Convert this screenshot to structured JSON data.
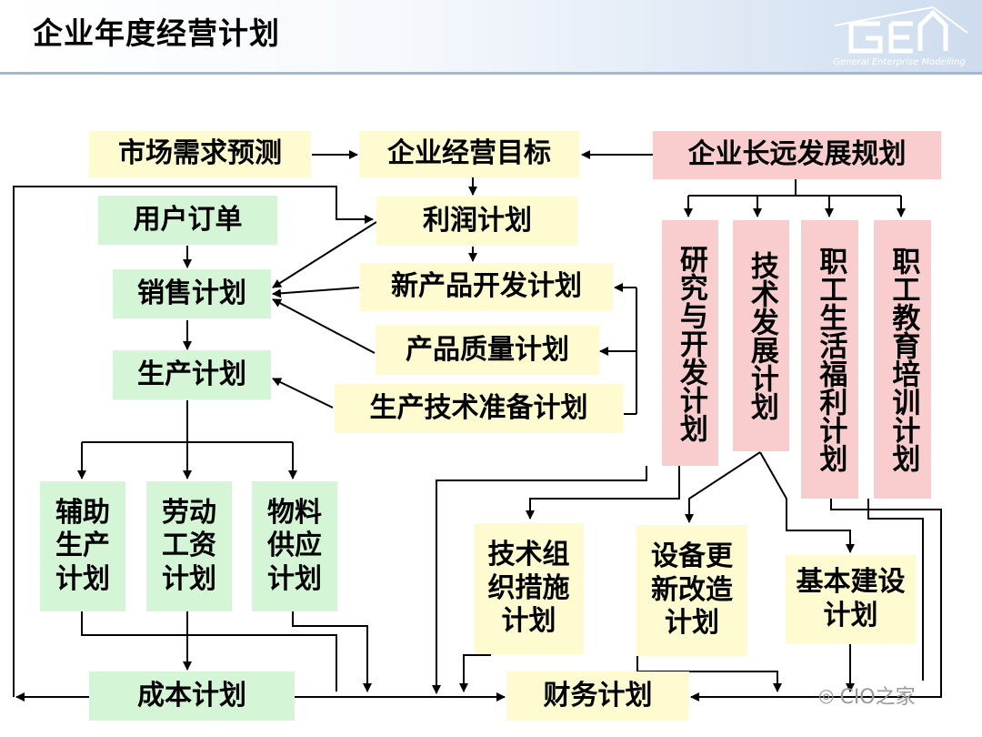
{
  "title": "企业年度经营计划",
  "logo": {
    "caption": "General Enterprise Modelling"
  },
  "boxes": {
    "market": "市场需求预测",
    "goal": "企业经营目标",
    "longterm": "企业长远发展规划",
    "orders": "用户订单",
    "profit": "利润计划",
    "newproduct": "新产品开发计划",
    "sales": "销售计划",
    "quality": "产品质量计划",
    "production": "生产计划",
    "techprep": "生产技术准备计划",
    "research": "研究与开发计划",
    "techdev": "技术发展计划",
    "welfare": "职工生活福利计划",
    "education": "职工教育培训计划",
    "auxiliary": "辅助生产计划",
    "labor": "劳动工资计划",
    "material": "物料供应计划",
    "techorg": "技术组织措施计划",
    "equipment": "设备更新改造计划",
    "construction": "基本建设计划",
    "cost": "成本计划",
    "finance": "财务计划"
  },
  "watermark": "CIO之家",
  "colors": {
    "yellow": "#fffbd0",
    "green": "#d4f5d6",
    "pink": "#f9cccd",
    "line": "#000000"
  }
}
